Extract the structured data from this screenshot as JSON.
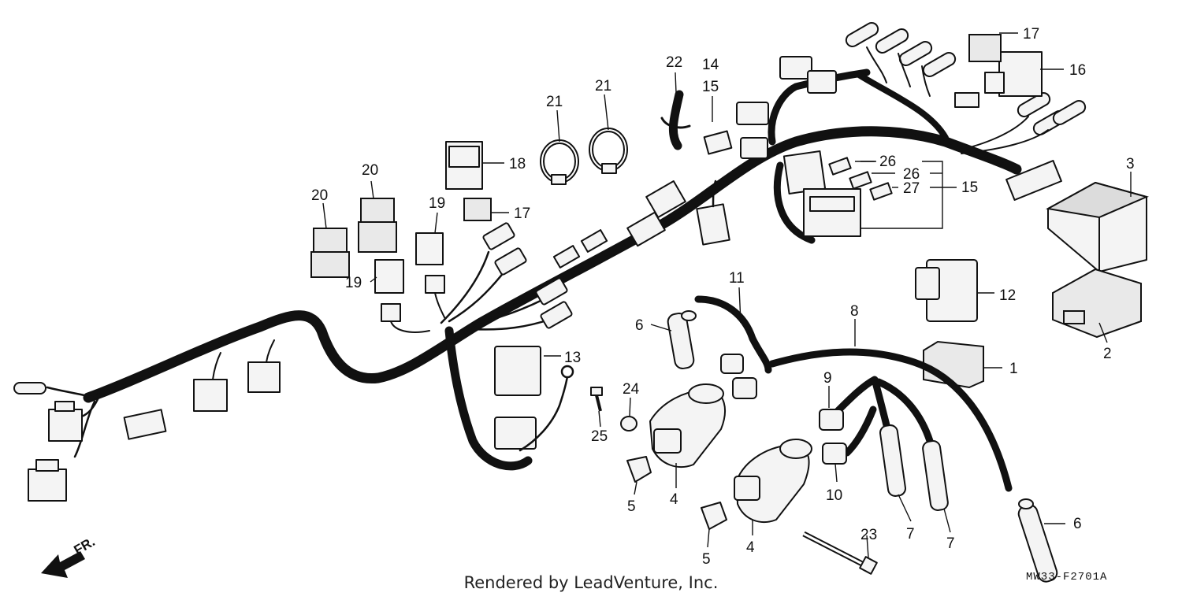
{
  "diagram": {
    "callouts": [
      {
        "id": "c1",
        "text": "1"
      },
      {
        "id": "c2",
        "text": "2"
      },
      {
        "id": "c3",
        "text": "3"
      },
      {
        "id": "c4a",
        "text": "4"
      },
      {
        "id": "c4b",
        "text": "4"
      },
      {
        "id": "c5a",
        "text": "5"
      },
      {
        "id": "c5b",
        "text": "5"
      },
      {
        "id": "c6a",
        "text": "6"
      },
      {
        "id": "c6b",
        "text": "6"
      },
      {
        "id": "c7a",
        "text": "7"
      },
      {
        "id": "c7b",
        "text": "7"
      },
      {
        "id": "c8",
        "text": "8"
      },
      {
        "id": "c9",
        "text": "9"
      },
      {
        "id": "c10",
        "text": "10"
      },
      {
        "id": "c11",
        "text": "11"
      },
      {
        "id": "c12",
        "text": "12"
      },
      {
        "id": "c13",
        "text": "13"
      },
      {
        "id": "c14",
        "text": "14"
      },
      {
        "id": "c15a",
        "text": "15"
      },
      {
        "id": "c15b",
        "text": "15"
      },
      {
        "id": "c16",
        "text": "16"
      },
      {
        "id": "c17a",
        "text": "17"
      },
      {
        "id": "c17b",
        "text": "17"
      },
      {
        "id": "c18",
        "text": "18"
      },
      {
        "id": "c19a",
        "text": "19"
      },
      {
        "id": "c19b",
        "text": "19"
      },
      {
        "id": "c20a",
        "text": "20"
      },
      {
        "id": "c20b",
        "text": "20"
      },
      {
        "id": "c21a",
        "text": "21"
      },
      {
        "id": "c21b",
        "text": "21"
      },
      {
        "id": "c22",
        "text": "22"
      },
      {
        "id": "c23",
        "text": "23"
      },
      {
        "id": "c24",
        "text": "24"
      },
      {
        "id": "c25",
        "text": "25"
      },
      {
        "id": "c26a",
        "text": "26"
      },
      {
        "id": "c26b",
        "text": "26"
      },
      {
        "id": "c27",
        "text": "27"
      }
    ],
    "diagram_code": "MW33-F2701A",
    "direction_label": "FR.",
    "credit": "Rendered by LeadVenture, Inc."
  }
}
